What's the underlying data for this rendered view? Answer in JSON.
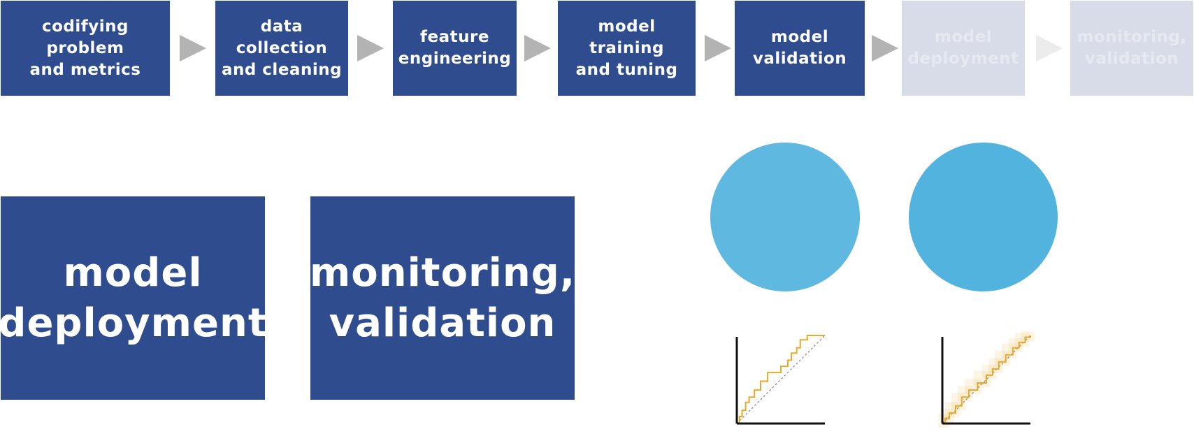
{
  "pipeline": {
    "steps": [
      {
        "label": "codifying\nproblem\nand metrics",
        "state": "active"
      },
      {
        "label": "data\ncollection\nand cleaning",
        "state": "active"
      },
      {
        "label": "feature\nengineering",
        "state": "active"
      },
      {
        "label": "model\ntraining\nand tuning",
        "state": "active"
      },
      {
        "label": "model\nvalidation",
        "state": "active"
      },
      {
        "label": "model\ndeployment",
        "state": "dimmed"
      },
      {
        "label": "monitoring,\nvalidation",
        "state": "dimmed"
      }
    ]
  },
  "highlight": {
    "deployment_label": "model\ndeployment",
    "monitoring_label": "monitoring,\nvalidation"
  },
  "colors": {
    "step_active": "#2f4d8e",
    "step_dimmed": "#d8dce9",
    "arrow": "#b3b3b3",
    "circle_left": "#5eb8e0",
    "circle_right": "#52b4de",
    "curve": "#e8a92a",
    "axis": "#111111",
    "diagonal": "#888888"
  },
  "plots": [
    {
      "curve": [
        [
          0,
          0
        ],
        [
          0.03,
          0.08
        ],
        [
          0.06,
          0.15
        ],
        [
          0.1,
          0.24
        ],
        [
          0.14,
          0.3
        ],
        [
          0.2,
          0.38
        ],
        [
          0.27,
          0.48
        ],
        [
          0.35,
          0.58
        ],
        [
          0.46,
          0.58
        ],
        [
          0.5,
          0.65
        ],
        [
          0.58,
          0.72
        ],
        [
          0.62,
          0.8
        ],
        [
          0.68,
          0.86
        ],
        [
          0.72,
          0.95
        ],
        [
          0.8,
          1.0
        ],
        [
          1.0,
          1.0
        ]
      ],
      "uncertainty_band": false
    },
    {
      "curve": [
        [
          0,
          0
        ],
        [
          0.03,
          0.06
        ],
        [
          0.08,
          0.12
        ],
        [
          0.15,
          0.2
        ],
        [
          0.22,
          0.3
        ],
        [
          0.3,
          0.38
        ],
        [
          0.4,
          0.46
        ],
        [
          0.5,
          0.55
        ],
        [
          0.57,
          0.62
        ],
        [
          0.64,
          0.7
        ],
        [
          0.72,
          0.78
        ],
        [
          0.8,
          0.86
        ],
        [
          0.87,
          0.92
        ],
        [
          0.94,
          0.98
        ],
        [
          1.0,
          1.0
        ]
      ],
      "uncertainty_band": true
    }
  ]
}
